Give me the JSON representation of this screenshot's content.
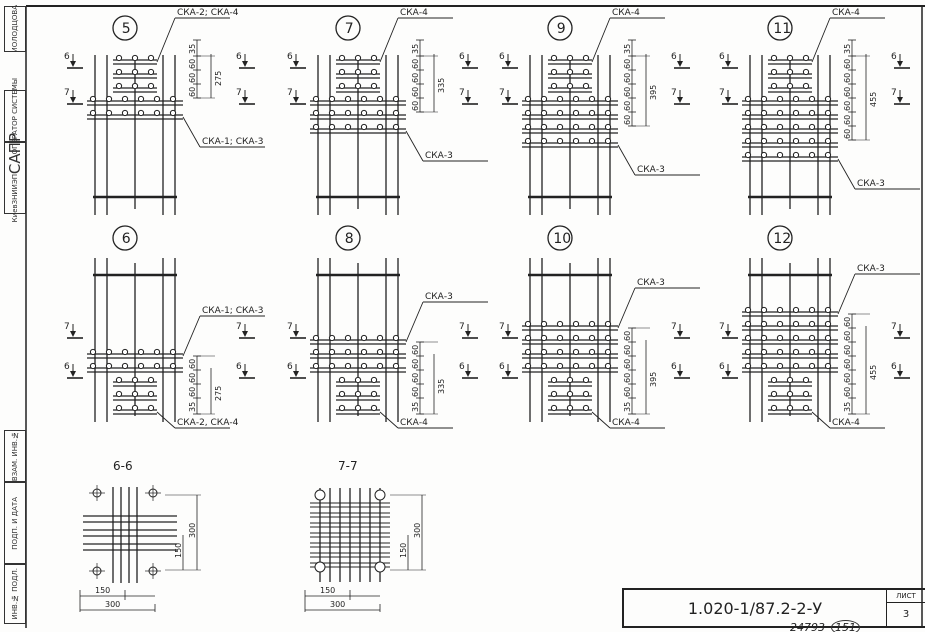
{
  "side_stamp": {
    "surname": "ИОЛОДЦОВА",
    "role": "ОПЕРАТОР СИСТЕМЫ",
    "org_short": "САПР",
    "org": "КиевЗНИИЭП",
    "inv_replace": "ВЗАМ. ИНВ.№",
    "signature_date": "ПОДП. И ДАТА",
    "inv_orig": "ИНВ.№ ПОДЛ."
  },
  "views": [
    {
      "num": "5",
      "mains": 2,
      "pos": "top",
      "label_short": "СКА-2; СКА-4",
      "label_main": "СКА-1; СКА-3",
      "dims": [
        "35",
        "60",
        "60",
        "60"
      ],
      "total": "275",
      "sec_a": "6",
      "sec_b": "7"
    },
    {
      "num": "7",
      "mains": 3,
      "pos": "top",
      "label_short": "СКА-4",
      "label_main": "СКА-3",
      "dims": [
        "35",
        "60",
        "60",
        "60",
        "60"
      ],
      "total": "335",
      "sec_a": "6",
      "sec_b": "7"
    },
    {
      "num": "9",
      "mains": 4,
      "pos": "top",
      "label_short": "СКА-4",
      "label_main": "СКА-3",
      "dims": [
        "35",
        "60",
        "60",
        "60",
        "60",
        "60"
      ],
      "total": "395",
      "sec_a": "6",
      "sec_b": "7"
    },
    {
      "num": "11",
      "mains": 5,
      "pos": "top",
      "label_short": "СКА-4",
      "label_main": "СКА-3",
      "dims": [
        "35",
        "60",
        "60",
        "60",
        "60",
        "60",
        "60"
      ],
      "total": "455",
      "sec_a": "6",
      "sec_b": "7"
    },
    {
      "num": "6",
      "mains": 2,
      "pos": "bottom",
      "label_short": "СКА-2, СКА-4",
      "label_main": "СКА-1; СКА-3",
      "dims": [
        "35",
        "60",
        "60",
        "60"
      ],
      "total": "275",
      "sec_a": "7",
      "sec_b": "6"
    },
    {
      "num": "8",
      "mains": 3,
      "pos": "bottom",
      "label_short": "СКА-4",
      "label_main": "СКА-3",
      "dims": [
        "35",
        "60",
        "60",
        "60",
        "60"
      ],
      "total": "335",
      "sec_a": "7",
      "sec_b": "6"
    },
    {
      "num": "10",
      "mains": 4,
      "pos": "bottom",
      "label_short": "СКА-4",
      "label_main": "СКА-3",
      "dims": [
        "35",
        "60",
        "60",
        "60",
        "60",
        "60"
      ],
      "total": "395",
      "sec_a": "7",
      "sec_b": "6"
    },
    {
      "num": "12",
      "mains": 5,
      "pos": "bottom",
      "label_short": "СКА-4",
      "label_main": "СКА-3",
      "dims": [
        "35",
        "60",
        "60",
        "60",
        "60",
        "60",
        "60"
      ],
      "total": "455",
      "sec_a": "7",
      "sec_b": "6"
    }
  ],
  "sections": [
    {
      "title": "6-6",
      "dim_small": "150",
      "dim_large": "300"
    },
    {
      "title": "7-7",
      "dim_small": "150",
      "dim_large": "300"
    }
  ],
  "title_block": {
    "code": "1.020-1/87.2-2-У",
    "sheet_label": "ЛИСТ",
    "sheet_number": "3"
  },
  "stamp": {
    "number": "24793",
    "circled": "151"
  }
}
